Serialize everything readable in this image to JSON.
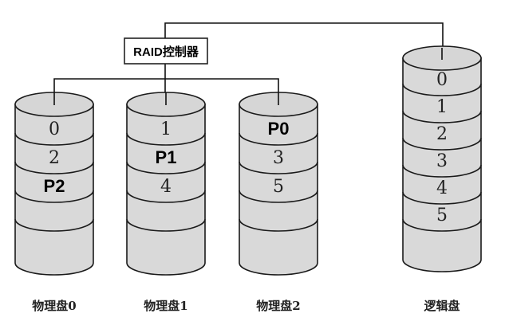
{
  "controller": {
    "label": "RAID控制器"
  },
  "physical_disks": [
    {
      "caption": "物理盘0",
      "blocks": [
        {
          "label": "0",
          "parity": false
        },
        {
          "label": "2",
          "parity": false
        },
        {
          "label": "P2",
          "parity": true
        },
        {
          "label": "",
          "parity": false
        }
      ]
    },
    {
      "caption": "物理盘1",
      "blocks": [
        {
          "label": "1",
          "parity": false
        },
        {
          "label": "P1",
          "parity": true
        },
        {
          "label": "4",
          "parity": false
        },
        {
          "label": "",
          "parity": false
        }
      ]
    },
    {
      "caption": "物理盘2",
      "blocks": [
        {
          "label": "P0",
          "parity": true
        },
        {
          "label": "3",
          "parity": false
        },
        {
          "label": "5",
          "parity": false
        },
        {
          "label": "",
          "parity": false
        }
      ]
    }
  ],
  "logical_disk": {
    "caption": "逻辑盘",
    "blocks": [
      {
        "label": "0"
      },
      {
        "label": "1"
      },
      {
        "label": "2"
      },
      {
        "label": "3"
      },
      {
        "label": "4"
      },
      {
        "label": "5"
      }
    ]
  }
}
